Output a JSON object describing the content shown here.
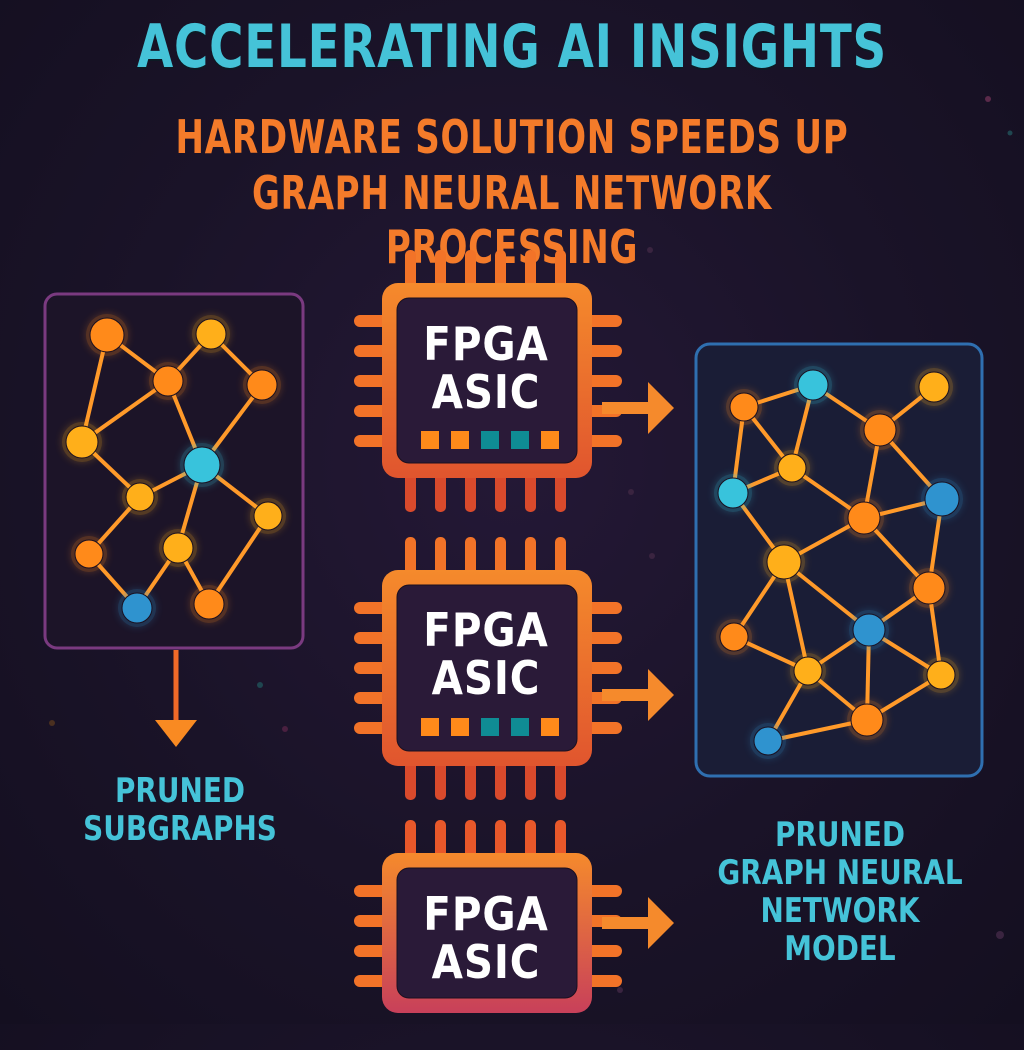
{
  "header": {
    "title": "ACCELERATING AI INSIGHTS",
    "subtitle_line1": "HARDWARE SOLUTION SPEEDS UP",
    "subtitle_line2": "GRAPH NEURAL NETWORK PROCESSING"
  },
  "colors": {
    "background": "#1a1328",
    "title_cyan": "#45c3d8",
    "subtitle_orange": "#f47b2a",
    "node_orange": "#ff8a1a",
    "node_yellow": "#ffaf1a",
    "node_cyan": "#38c3dc",
    "node_blue": "#2f93cf",
    "edge": "#ff9a2a",
    "left_panel_border": "#7a3a80",
    "right_panel_border": "#2f6fb0",
    "chip_frame": "#f07b2a",
    "indicator_orange": "#ff8a1a",
    "indicator_teal": "#0f8c94"
  },
  "left_panel": {
    "name": "input-subgraph",
    "nodes": [
      {
        "id": "a",
        "type": "orange"
      },
      {
        "id": "b",
        "type": "yellow"
      },
      {
        "id": "c",
        "type": "orange"
      },
      {
        "id": "d",
        "type": "orange"
      },
      {
        "id": "e",
        "type": "yellow"
      },
      {
        "id": "f",
        "type": "cyan"
      },
      {
        "id": "g",
        "type": "yellow"
      },
      {
        "id": "h",
        "type": "yellow"
      },
      {
        "id": "i",
        "type": "orange"
      },
      {
        "id": "j",
        "type": "yellow"
      },
      {
        "id": "k",
        "type": "blue"
      },
      {
        "id": "l",
        "type": "orange"
      }
    ],
    "edges": [
      [
        "a",
        "c"
      ],
      [
        "a",
        "e"
      ],
      [
        "b",
        "c"
      ],
      [
        "b",
        "d"
      ],
      [
        "c",
        "e"
      ],
      [
        "c",
        "f"
      ],
      [
        "d",
        "f"
      ],
      [
        "e",
        "g"
      ],
      [
        "g",
        "f"
      ],
      [
        "f",
        "j"
      ],
      [
        "f",
        "h"
      ],
      [
        "g",
        "i"
      ],
      [
        "i",
        "k"
      ],
      [
        "j",
        "k"
      ],
      [
        "j",
        "l"
      ],
      [
        "h",
        "l"
      ]
    ]
  },
  "left_caption": [
    "PRUNED",
    "SUBGRAPHS"
  ],
  "chips": [
    {
      "line1": "FPGA",
      "line2": "ASIC",
      "indicators": [
        "orange",
        "orange",
        "teal",
        "teal",
        "orange"
      ]
    },
    {
      "line1": "FPGA",
      "line2": "ASIC",
      "indicators": [
        "orange",
        "orange",
        "teal",
        "teal",
        "orange"
      ]
    },
    {
      "line1": "FPGA",
      "line2": "ASIC",
      "indicators": []
    }
  ],
  "right_panel": {
    "name": "output-gnn",
    "nodes": [
      {
        "id": "A",
        "type": "orange"
      },
      {
        "id": "B",
        "type": "cyan"
      },
      {
        "id": "C",
        "type": "yellow"
      },
      {
        "id": "D",
        "type": "yellow"
      },
      {
        "id": "E",
        "type": "orange"
      },
      {
        "id": "F",
        "type": "cyan"
      },
      {
        "id": "G",
        "type": "blue"
      },
      {
        "id": "H",
        "type": "orange"
      },
      {
        "id": "I",
        "type": "yellow"
      },
      {
        "id": "J",
        "type": "orange"
      },
      {
        "id": "K",
        "type": "orange"
      },
      {
        "id": "L",
        "type": "blue"
      },
      {
        "id": "M",
        "type": "yellow"
      },
      {
        "id": "N",
        "type": "yellow"
      },
      {
        "id": "O",
        "type": "orange"
      },
      {
        "id": "P",
        "type": "blue"
      }
    ],
    "edges": [
      [
        "A",
        "B"
      ],
      [
        "A",
        "D"
      ],
      [
        "A",
        "F"
      ],
      [
        "B",
        "D"
      ],
      [
        "B",
        "E"
      ],
      [
        "C",
        "E"
      ],
      [
        "E",
        "H"
      ],
      [
        "E",
        "G"
      ],
      [
        "D",
        "F"
      ],
      [
        "D",
        "H"
      ],
      [
        "H",
        "G"
      ],
      [
        "F",
        "I"
      ],
      [
        "I",
        "H"
      ],
      [
        "H",
        "J"
      ],
      [
        "G",
        "J"
      ],
      [
        "I",
        "K"
      ],
      [
        "I",
        "M"
      ],
      [
        "I",
        "L"
      ],
      [
        "K",
        "M"
      ],
      [
        "J",
        "L"
      ],
      [
        "J",
        "N"
      ],
      [
        "L",
        "M"
      ],
      [
        "L",
        "N"
      ],
      [
        "L",
        "O"
      ],
      [
        "M",
        "O"
      ],
      [
        "N",
        "O"
      ],
      [
        "M",
        "P"
      ],
      [
        "O",
        "P"
      ]
    ]
  },
  "right_caption": [
    "PRUNED",
    "GRAPH NEURAL",
    "NETWORK",
    "MODEL"
  ]
}
